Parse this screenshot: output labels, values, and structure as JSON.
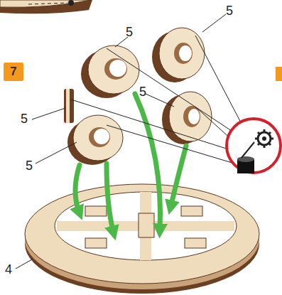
{
  "diagram": {
    "nodes": [
      {
        "text": [
          "7"
        ]
      }
    ],
    "labels": [
      "5",
      "5",
      "5",
      "5",
      "5",
      "4"
    ]
  }
}
